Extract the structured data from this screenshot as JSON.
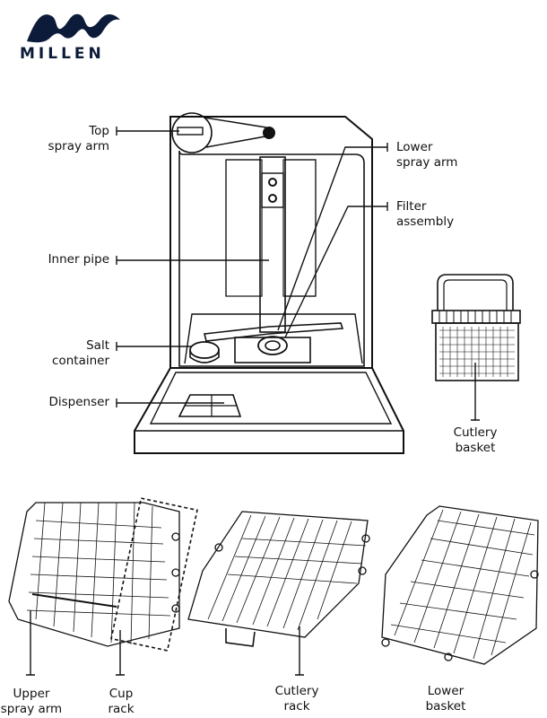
{
  "brand": {
    "name": "MILLEN",
    "logo": "mountain-wave-logo"
  },
  "labels": {
    "top_spray_arm": [
      "Top",
      "spray arm"
    ],
    "lower_spray_arm": [
      "Lower",
      "spray arm"
    ],
    "filter_assembly": [
      "Filter",
      "assembly"
    ],
    "inner_pipe": [
      "Inner pipe"
    ],
    "salt_container": [
      "Salt",
      "container"
    ],
    "dispenser": [
      "Dispenser"
    ],
    "cutlery_basket": [
      "Cutlery",
      "basket"
    ],
    "upper_spray_arm": [
      "Upper",
      "spray arm"
    ],
    "cup_rack": [
      "Cup",
      "rack"
    ],
    "cutlery_rack": [
      "Cutlery",
      "rack"
    ],
    "lower_basket": [
      "Lower",
      "basket"
    ]
  },
  "colors": {
    "ink": "#111111",
    "brand": "#0d1b3a",
    "background": "#ffffff"
  }
}
